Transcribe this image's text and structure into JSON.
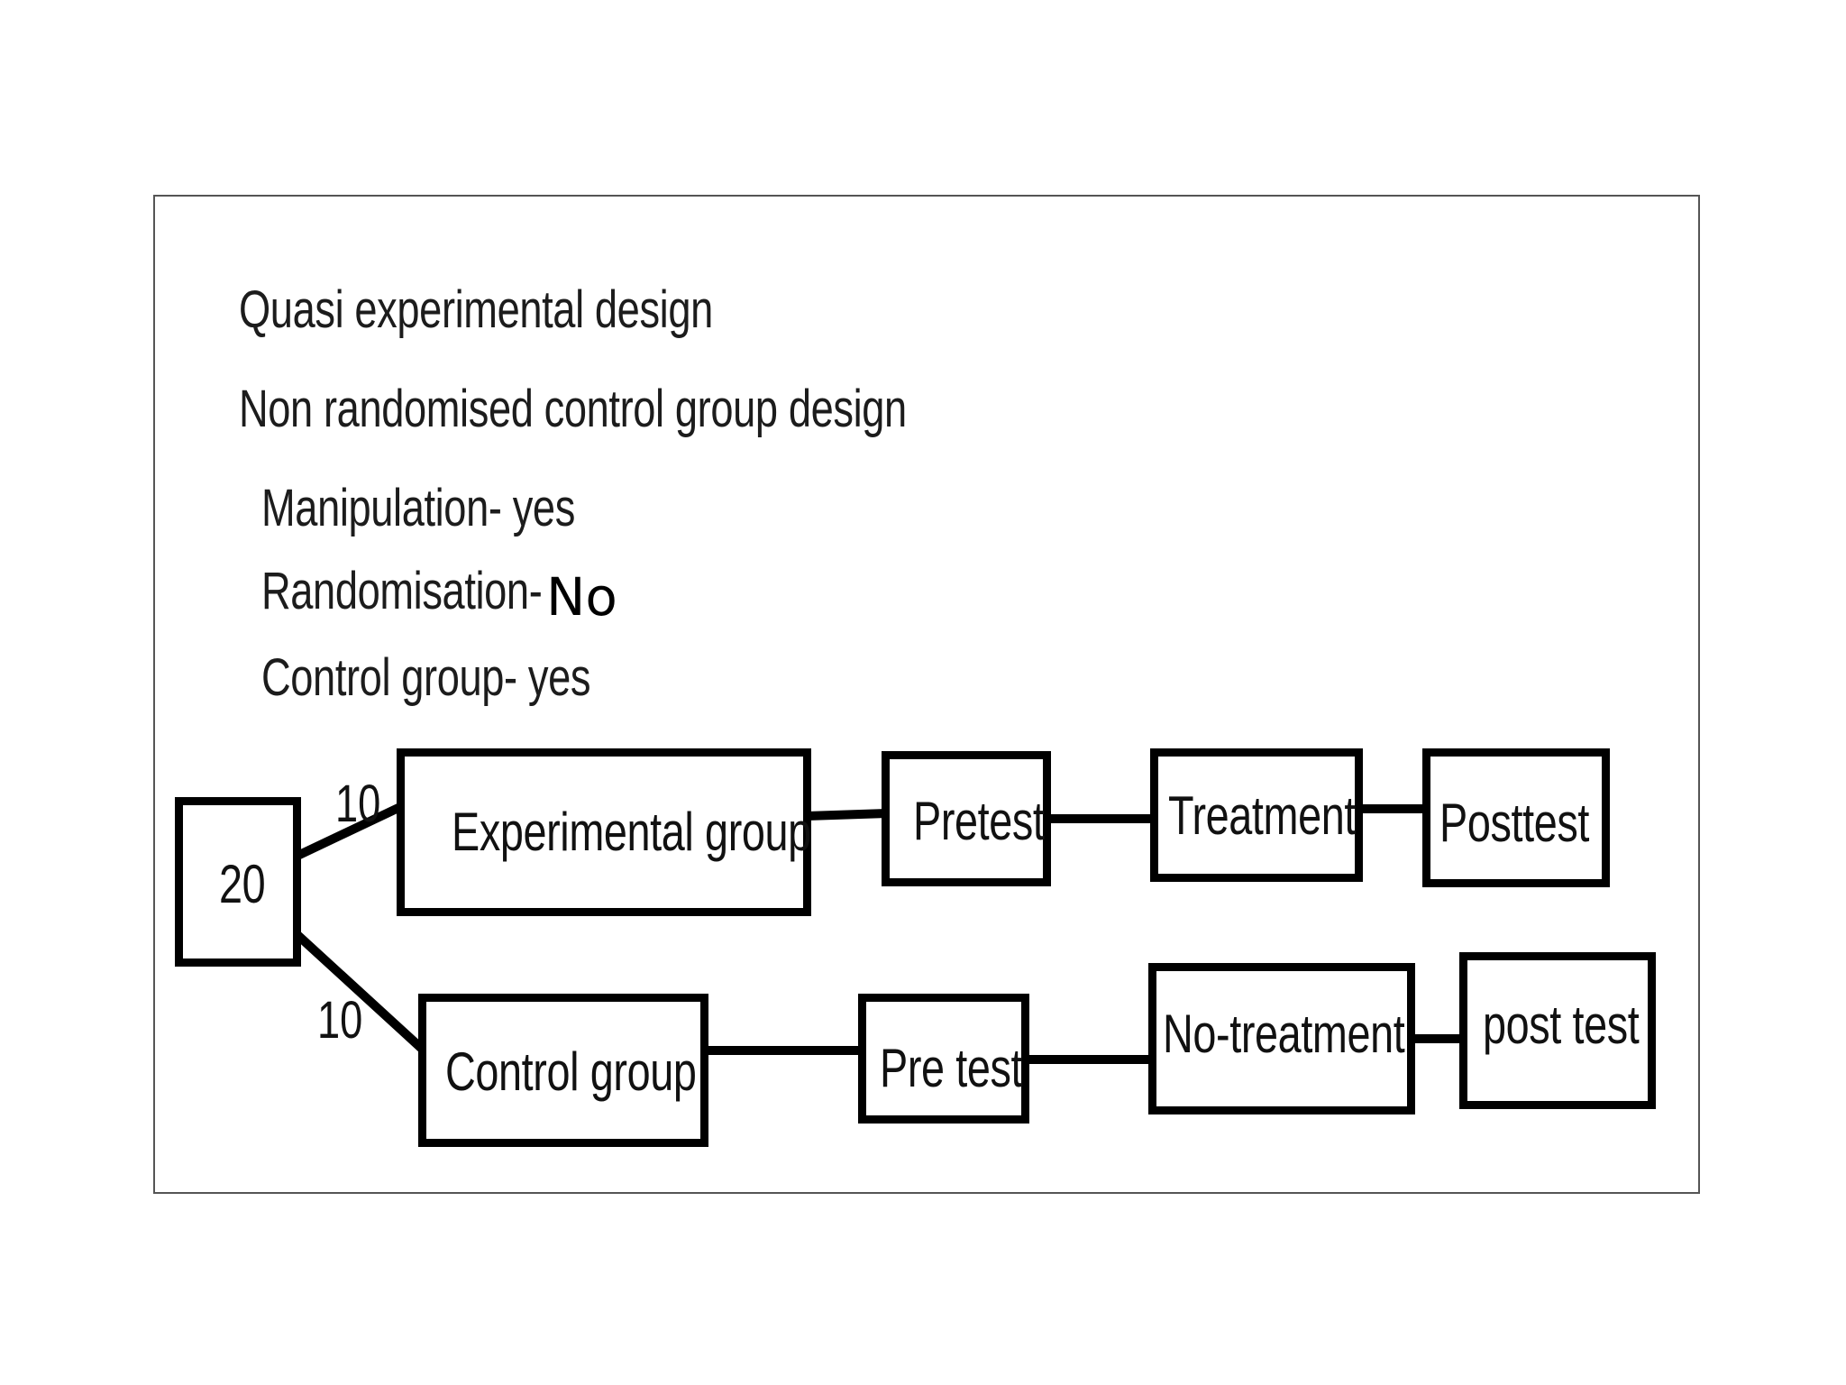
{
  "heading": "Quasi experimental design",
  "subheading": "Non randomised control group design",
  "criteria": [
    {
      "label": "Manipulation- yes"
    },
    {
      "label": "Randomisation-",
      "value": "No"
    },
    {
      "label": "Control group- yes"
    }
  ],
  "diagram": {
    "total": "20",
    "experimental_count": "10",
    "control_count": "10",
    "experimental_row": [
      "Experimental group",
      "Pretest",
      "Treatment",
      "Posttest"
    ],
    "control_row": [
      "Control group",
      "Pre test",
      "No-treatment",
      "post test"
    ]
  }
}
